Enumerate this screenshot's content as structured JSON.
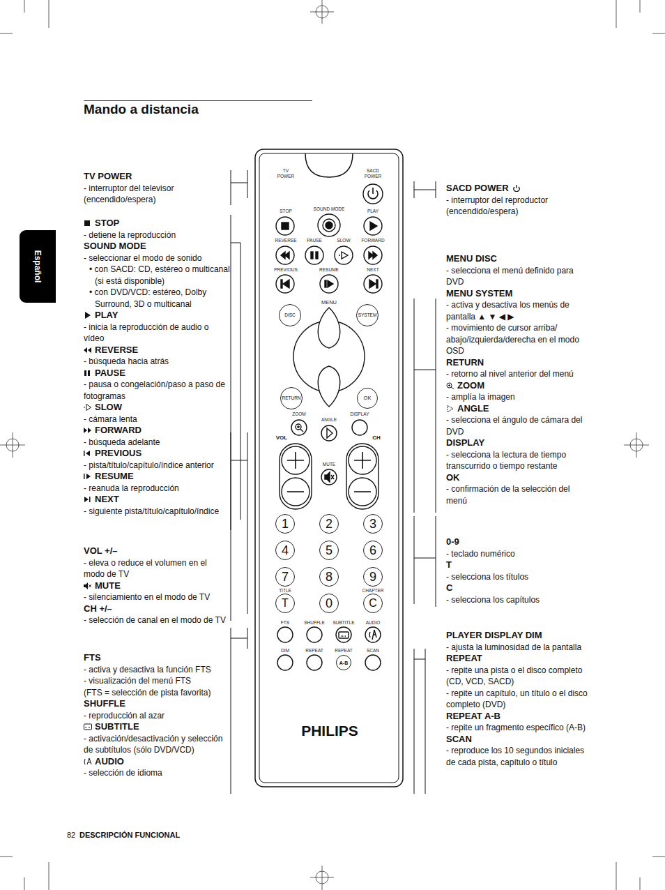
{
  "diagram": {
    "title": "Mando a distancia",
    "nodes": [
      {
        "text": [
          "Español"
        ]
      },
      {
        "text": [
          "DISC"
        ]
      },
      {
        "text": [
          "SYSTEM"
        ]
      },
      {
        "text": [
          "RETURN"
        ]
      },
      {
        "text": [
          "OK"
        ]
      },
      {
        "text": [
          "1"
        ]
      },
      {
        "text": [
          "2"
        ]
      },
      {
        "text": [
          "3"
        ]
      },
      {
        "text": [
          "4"
        ]
      },
      {
        "text": [
          "5"
        ]
      },
      {
        "text": [
          "6"
        ]
      },
      {
        "text": [
          "7"
        ]
      },
      {
        "text": [
          "8"
        ]
      },
      {
        "text": [
          "9"
        ]
      },
      {
        "text": [
          "T"
        ]
      },
      {
        "text": [
          "0"
        ]
      },
      {
        "text": [
          "C"
        ]
      },
      {
        "text": [
          "A-B"
        ]
      }
    ],
    "labels": [
      "TV POWER",
      "- interruptor del televisor (encendido/espera)",
      "STOP",
      "- detiene la reproducción",
      "SOUND MODE",
      "- seleccionar el modo de sonido",
      "• con SACD: CD, estéreo o multicanal (si está disponible)",
      "• con DVD/VCD: estéreo, Dolby Surround, 3D o multicanal",
      "PLAY",
      "- inicia la reproducción de audio o vídeo",
      "REVERSE",
      "- búsqueda hacia atrás",
      "PAUSE",
      "- pausa o congelación/paso a paso de fotogramas",
      "SLOW",
      "- cámara lenta",
      "FORWARD",
      "- búsqueda adelante",
      "PREVIOUS",
      "- pista/título/capítulo/índice anterior",
      "RESUME",
      "- reanuda la reproducción",
      "NEXT",
      "- siguiente pista/título/capítulo/índice",
      "VOL +/–",
      "- eleva o reduce el volumen en el modo de TV",
      "MUTE",
      "- silenciamiento en el modo de TV",
      "CH +/–",
      "- selección de canal en el modo de TV",
      "FTS",
      "- activa y desactiva la función FTS",
      "- visualización del menú FTS",
      "(FTS = selección de pista favorita)",
      "SHUFFLE",
      "- reproducción al azar",
      "SUBTITLE",
      "- activación/desactivación y selección de subtítulos (sólo DVD/VCD)",
      "AUDIO",
      "- selección de idioma",
      "SACD POWER",
      "- interruptor del reproductor (encendido/espera)",
      "MENU DISC",
      "- selecciona el menú definido para DVD",
      "MENU SYSTEM",
      "- activa y desactiva los menús de pantalla ▲ ▼ ◀ ▶",
      "- movimiento de cursor arriba/ abajo/izquierda/derecha en el modo OSD",
      "RETURN",
      "- retorno al nivel anterior del menú",
      "ZOOM",
      "- amplía la imagen",
      "ANGLE",
      "- selecciona el ángulo de cámara del DVD",
      "DISPLAY",
      "- selecciona la lectura de tiempo transcurrido o tiempo restante",
      "OK",
      "- confirmación de la selección del menú",
      "0-9",
      "- teclado numérico",
      "T",
      "- selecciona los títulos",
      "C",
      "- selecciona los capítulos",
      "PLAYER DISPLAY DIM",
      "- ajusta la luminosidad de la pantalla",
      "REPEAT",
      "- repite una pista o el disco completo (CD, VCD, SACD)",
      "- repite un capítulo, un título o el disco completo (DVD)",
      "REPEAT A-B",
      "- repite un fragmento específico (A-B)",
      "SCAN",
      "- reproduce los 10 segundos iniciales de cada pista, capítulo o título",
      "TV POWER",
      "SACD POWER",
      "STOP",
      "SOUND MODE",
      "PLAY",
      "REVERSE",
      "PAUSE",
      "SLOW",
      "FORWARD",
      "PREVIOUS",
      "RESUME",
      "NEXT",
      "MENU",
      "ZOOM",
      "ANGLE",
      "DISPLAY",
      "VOL",
      "CH",
      "MUTE",
      "TITLE",
      "CHAPTER",
      "FTS",
      "SHUFFLE",
      "SUBTITLE",
      "AUDIO",
      "DIM",
      "REPEAT",
      "REPEAT",
      "SCAN",
      "PHILIPS",
      "82",
      "DESCRIPCIÓN FUNCIONAL"
    ]
  }
}
